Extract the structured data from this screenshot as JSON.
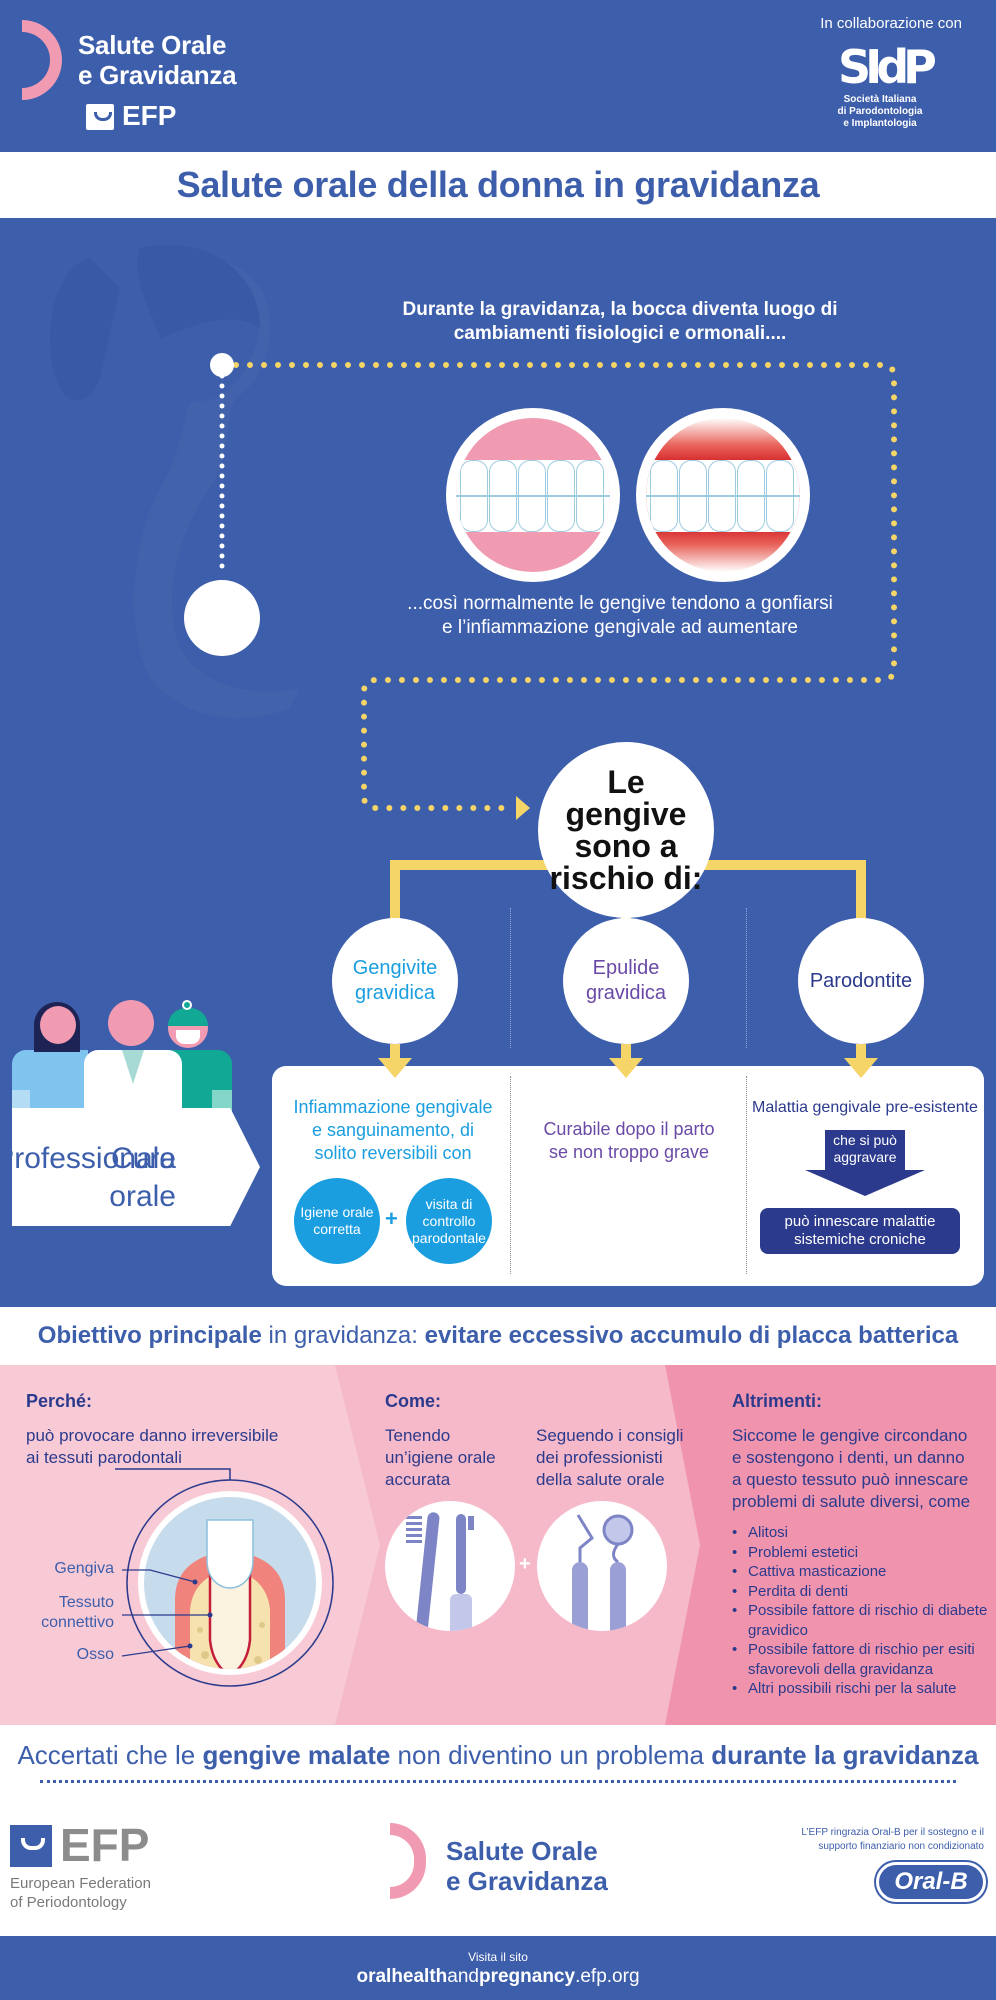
{
  "header": {
    "brand_line1": "Salute Orale",
    "brand_line2": "e Gravidanza",
    "efp_label": "EFP",
    "collab_label": "In collaborazione con",
    "partner_logo": "SIdP",
    "partner_name_lines": [
      "Società Italiana",
      "di Parodontologia",
      "e Implantologia"
    ]
  },
  "title": "Salute orale della donna in gravidanza",
  "intro": {
    "line1": "Durante la gravidanza, la bocca diventa luogo di",
    "line2": "cambiamenti fisiologici e ormonali...."
  },
  "result": {
    "line1": "...così normalmente le gengive tendono a gonfiarsi",
    "line2": "e l’infiammazione gengivale ad aumentare"
  },
  "risk": {
    "lines": [
      "Le",
      "gengive",
      "sono a",
      "rischio di:"
    ],
    "conditions": [
      {
        "name_lines": [
          "Gengivite",
          "gravidica"
        ],
        "color": "#1a9ee0",
        "description_lines": [
          "Infiammazione gengivale",
          "e sanguinamento, di",
          "solito reversibili con"
        ]
      },
      {
        "name_lines": [
          "Epulide",
          "gravidica"
        ],
        "color": "#6a4aa6",
        "description_lines": [
          "Curabile dopo il parto",
          "se non troppo grave"
        ]
      },
      {
        "name_lines": [
          "Parodontite"
        ],
        "color": "#2b3a8c",
        "description_lines": [
          "Malattia gengivale pre-esistente"
        ]
      }
    ],
    "remedies": [
      {
        "lines": [
          "Igiene orale",
          "corretta"
        ]
      },
      {
        "lines": [
          "visita di",
          "controllo",
          "parodontale"
        ]
      }
    ],
    "plus": "+",
    "aggravate_lines": [
      "che si può",
      "aggravare"
    ],
    "trigger_lines": [
      "può innescare malattie",
      "sistemiche croniche"
    ]
  },
  "care": {
    "line1": "Cura orale",
    "line2": "Professionale"
  },
  "objective": {
    "bold1": "Obiettivo principale",
    "normal": " in gravidanza: ",
    "bold2": "evitare eccessivo accumulo di placca batterica"
  },
  "why": {
    "heading": "Perché:",
    "lines": [
      "può provocare danno irreversibile",
      "ai tessuti parodontali"
    ],
    "labels": {
      "gum": "Gengiva",
      "connective_lines": [
        "Tessuto",
        "connettivo"
      ],
      "bone": "Osso"
    }
  },
  "how": {
    "heading": "Come:",
    "item1_lines": [
      "Tenendo",
      "un’igiene orale",
      "accurata"
    ],
    "item2_lines": [
      "Seguendo i consigli",
      "dei professionisti",
      "della salute orale"
    ],
    "plus": "+"
  },
  "otherwise": {
    "heading": "Altrimenti:",
    "lines": [
      "Siccome le gengive circondano",
      "e sostengono i denti, un danno",
      "a questo tessuto può innescare",
      "problemi di salute diversi, come"
    ],
    "items": [
      "Alitosi",
      "Problemi estetici",
      "Cattiva masticazione",
      "Perdita di denti",
      "Possibile fattore di rischio di diabete gravidico",
      "Possibile fattore di rischio per esiti sfavorevoli della gravidanza",
      "Altri possibili rischi per la salute"
    ]
  },
  "final": {
    "p1": "Accertati che le ",
    "b1": "gengive malate",
    "p2": " non diventino un problema ",
    "b2": "durante la gravidanza"
  },
  "footer_logos": {
    "efp": "EFP",
    "efp_name_lines": [
      "European Federation",
      "of Periodontology"
    ],
    "brand_line1": "Salute Orale",
    "brand_line2": "e Gravidanza",
    "thanks_lines": [
      "L’EFP ringrazia Oral-B per il sostegno e il",
      "supporto finanziario non condizionato"
    ],
    "sponsor": "Oral-B"
  },
  "footer": {
    "visit": "Visita il sito",
    "url_b1": "oralhealth",
    "url_n1": "and",
    "url_b2": "pregnancy",
    "url_n2": ".efp.org"
  },
  "colors": {
    "primary_blue": "#3d5eab",
    "navy": "#2b3a8c",
    "pink": "#f19bb3",
    "yellow": "#f5d468",
    "cyan": "#1a9ee0",
    "purple": "#6a4aa6"
  }
}
